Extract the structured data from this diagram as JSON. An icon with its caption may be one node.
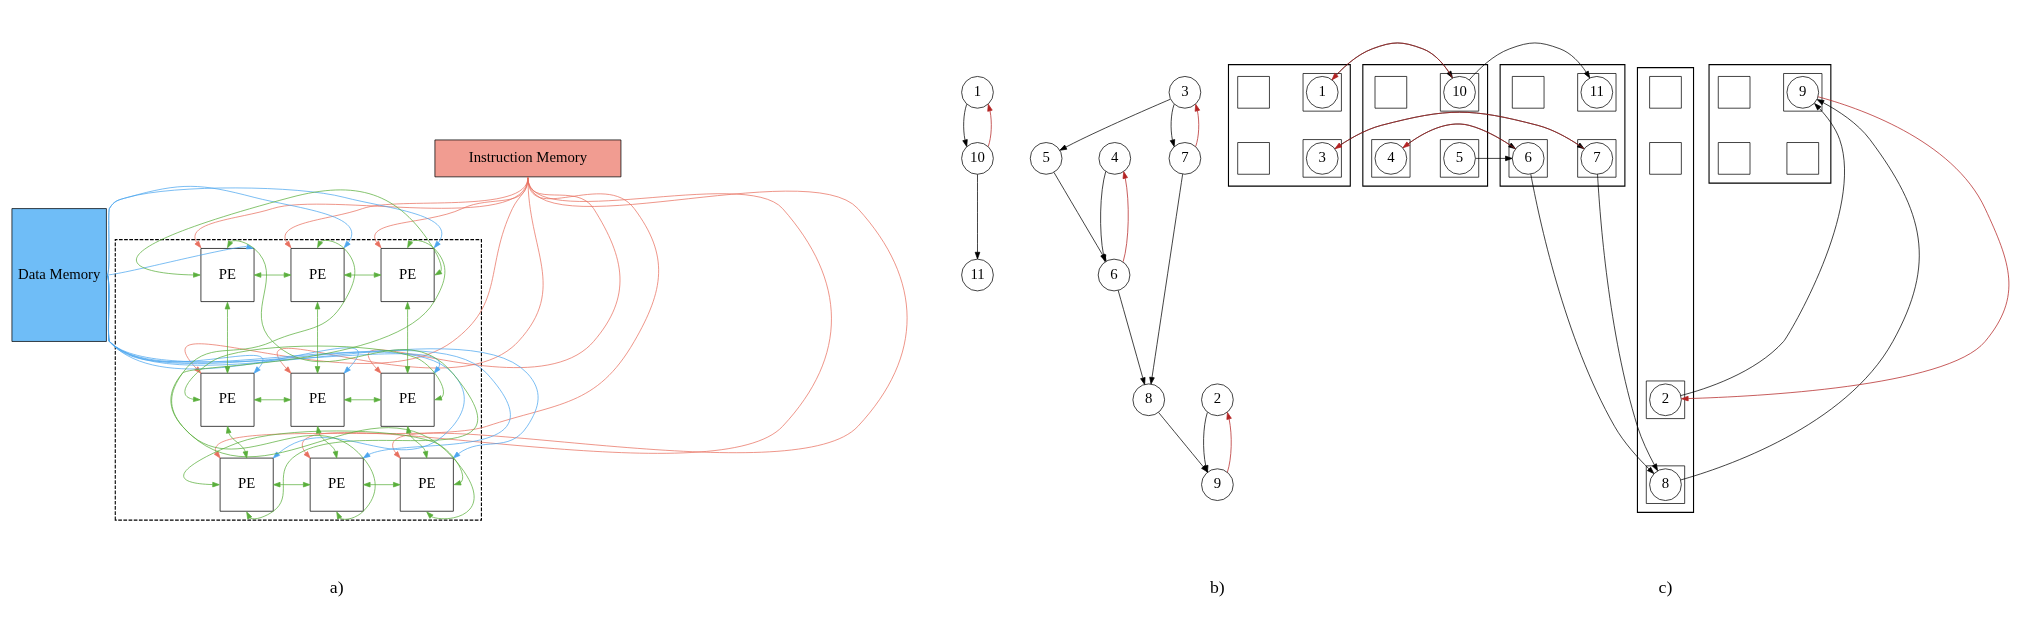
{
  "diagram": {
    "nodes": [
      {
        "text": [
          "Instruction Memory"
        ]
      },
      {
        "text": [
          "Data Memory"
        ]
      },
      {
        "text": [],
        "shape": "box"
      },
      {
        "text": [
          "PE"
        ],
        "in": 2
      },
      {
        "text": [
          "PE"
        ],
        "in": 2
      },
      {
        "text": [
          "PE"
        ],
        "in": 2
      },
      {
        "text": [
          "PE"
        ],
        "in": 2
      },
      {
        "text": [
          "PE"
        ],
        "in": 2
      },
      {
        "text": [
          "PE"
        ],
        "in": 2
      },
      {
        "text": [
          "PE"
        ],
        "in": 2
      },
      {
        "text": [
          "PE"
        ],
        "in": 2
      },
      {
        "text": [
          "PE"
        ],
        "in": 2
      },
      {
        "text": [
          "1"
        ]
      },
      {
        "text": [
          "3"
        ]
      },
      {
        "text": [
          "4"
        ]
      },
      {
        "text": [
          "10"
        ]
      },
      {
        "text": [
          "5"
        ]
      },
      {
        "text": [
          "7"
        ]
      },
      {
        "text": [
          "6"
        ]
      },
      {
        "text": [
          "11"
        ]
      },
      {
        "text": [
          "2"
        ]
      },
      {
        "text": [
          "8"
        ]
      },
      {
        "text": [
          "9"
        ]
      },
      {
        "text": [],
        "shape": "box"
      },
      {
        "text": [],
        "shape": "box",
        "in": 23
      },
      {
        "text": [],
        "shape": "box",
        "in": 23
      },
      {
        "text": [
          "1"
        ],
        "in": 25
      },
      {
        "text": [],
        "shape": "box",
        "in": 23
      },
      {
        "text": [],
        "shape": "box",
        "in": 23
      },
      {
        "text": [
          "3"
        ],
        "in": 28
      },
      {
        "text": [],
        "shape": "box"
      },
      {
        "text": [],
        "shape": "box",
        "in": 30
      },
      {
        "text": [],
        "shape": "box",
        "in": 30
      },
      {
        "text": [
          "10"
        ],
        "in": 32
      },
      {
        "text": [],
        "shape": "box",
        "in": 30
      },
      {
        "text": [
          "4"
        ],
        "in": 34
      },
      {
        "text": [],
        "shape": "box",
        "in": 30
      },
      {
        "text": [
          "5"
        ],
        "in": 36
      },
      {
        "text": [],
        "shape": "box"
      },
      {
        "text": [],
        "shape": "box",
        "in": 38
      },
      {
        "text": [],
        "shape": "box",
        "in": 38
      },
      {
        "text": [
          "11"
        ],
        "in": 40
      },
      {
        "text": [],
        "shape": "box",
        "in": 38
      },
      {
        "text": [
          "6"
        ],
        "in": 42
      },
      {
        "text": [],
        "shape": "box",
        "in": 38
      },
      {
        "text": [
          "7"
        ],
        "in": 44
      },
      {
        "text": [],
        "shape": "box"
      },
      {
        "text": [],
        "shape": "box",
        "in": 46
      },
      {
        "text": [
          "2"
        ],
        "in": 47
      },
      {
        "text": [],
        "shape": "box",
        "in": 46
      },
      {
        "text": [],
        "shape": "box",
        "in": 46
      },
      {
        "text": [
          "8"
        ],
        "in": 50
      },
      {
        "text": [],
        "shape": "box",
        "in": 46
      },
      {
        "text": [],
        "shape": "box"
      },
      {
        "text": [],
        "shape": "box",
        "in": 53
      },
      {
        "text": [
          "9"
        ],
        "in": 54
      },
      {
        "text": [],
        "shape": "box",
        "in": 53
      },
      {
        "text": [],
        "shape": "box",
        "in": 53
      },
      {
        "text": [],
        "shape": "box",
        "in": 53
      }
    ],
    "edges": [
      {
        "from": 3,
        "to": 4,
        "arrow": "both",
        "color": "#5aaf3c"
      },
      {
        "from": 4,
        "to": 5,
        "arrow": "both",
        "color": "#5aaf3c"
      },
      {
        "from": 6,
        "to": 7,
        "arrow": "both",
        "color": "#5aaf3c"
      },
      {
        "from": 7,
        "to": 8,
        "arrow": "both",
        "color": "#5aaf3c"
      },
      {
        "from": 9,
        "to": 10,
        "arrow": "both",
        "color": "#5aaf3c"
      },
      {
        "from": 10,
        "to": 11,
        "arrow": "both",
        "color": "#5aaf3c"
      },
      {
        "from": 3,
        "to": 6,
        "arrow": "both",
        "color": "#5aaf3c"
      },
      {
        "from": 6,
        "to": 9,
        "arrow": "both",
        "color": "#5aaf3c"
      },
      {
        "from": 4,
        "to": 7,
        "arrow": "both",
        "color": "#5aaf3c"
      },
      {
        "from": 7,
        "to": 10,
        "arrow": "both",
        "color": "#5aaf3c"
      },
      {
        "from": 5,
        "to": 8,
        "arrow": "both",
        "color": "#5aaf3c"
      },
      {
        "from": 8,
        "to": 11,
        "arrow": "both",
        "color": "#5aaf3c"
      },
      {
        "from": 3,
        "to": 5,
        "arrow": "both",
        "color": "#5aaf3c"
      },
      {
        "from": 6,
        "to": 8,
        "arrow": "both",
        "color": "#5aaf3c"
      },
      {
        "from": 9,
        "to": 11,
        "arrow": "both",
        "color": "#5aaf3c"
      },
      {
        "from": 3,
        "to": 9,
        "arrow": "both",
        "color": "#5aaf3c"
      },
      {
        "from": 4,
        "to": 10,
        "arrow": "both",
        "color": "#5aaf3c"
      },
      {
        "from": 5,
        "to": 11,
        "arrow": "both",
        "color": "#5aaf3c"
      },
      {
        "from": 0,
        "to": 3,
        "arrow": "to",
        "color": "#e8705f"
      },
      {
        "from": 0,
        "to": 4,
        "arrow": "to",
        "color": "#e8705f"
      },
      {
        "from": 0,
        "to": 5,
        "arrow": "to",
        "color": "#e8705f"
      },
      {
        "from": 0,
        "to": 6,
        "arrow": "to",
        "color": "#e8705f"
      },
      {
        "from": 0,
        "to": 7,
        "arrow": "to",
        "color": "#e8705f"
      },
      {
        "from": 0,
        "to": 8,
        "arrow": "to",
        "color": "#e8705f"
      },
      {
        "from": 0,
        "to": 9,
        "arrow": "to",
        "color": "#e8705f"
      },
      {
        "from": 0,
        "to": 10,
        "arrow": "to",
        "color": "#e8705f"
      },
      {
        "from": 0,
        "to": 11,
        "arrow": "to",
        "color": "#e8705f"
      },
      {
        "from": 1,
        "to": 3,
        "arrow": "to",
        "color": "#4da6ef"
      },
      {
        "from": 1,
        "to": 4,
        "arrow": "to",
        "color": "#4da6ef"
      },
      {
        "from": 1,
        "to": 5,
        "arrow": "to",
        "color": "#4da6ef"
      },
      {
        "from": 1,
        "to": 6,
        "arrow": "to",
        "color": "#4da6ef"
      },
      {
        "from": 1,
        "to": 7,
        "arrow": "to",
        "color": "#4da6ef"
      },
      {
        "from": 1,
        "to": 8,
        "arrow": "to",
        "color": "#4da6ef"
      },
      {
        "from": 1,
        "to": 9,
        "arrow": "to",
        "color": "#4da6ef"
      },
      {
        "from": 1,
        "to": 10,
        "arrow": "to",
        "color": "#4da6ef"
      },
      {
        "from": 1,
        "to": 11,
        "arrow": "to",
        "color": "#4da6ef"
      },
      {
        "from": 12,
        "to": 15,
        "arrow": "to"
      },
      {
        "from": 15,
        "to": 19,
        "arrow": "to"
      },
      {
        "from": 15,
        "to": 12,
        "arrow": "to",
        "color": "#b22222"
      },
      {
        "from": 13,
        "to": 17,
        "arrow": "to"
      },
      {
        "from": 13,
        "to": 16,
        "arrow": "to"
      },
      {
        "from": 17,
        "to": 13,
        "arrow": "to",
        "color": "#b22222"
      },
      {
        "from": 16,
        "to": 18,
        "arrow": "to"
      },
      {
        "from": 14,
        "to": 18,
        "arrow": "to"
      },
      {
        "from": 18,
        "to": 14,
        "arrow": "to",
        "color": "#b22222"
      },
      {
        "from": 17,
        "to": 21,
        "arrow": "to"
      },
      {
        "from": 18,
        "to": 21,
        "arrow": "to"
      },
      {
        "from": 21,
        "to": 22,
        "arrow": "to"
      },
      {
        "from": 20,
        "to": 22,
        "arrow": "to"
      },
      {
        "from": 22,
        "to": 20,
        "arrow": "to",
        "color": "#b22222"
      },
      {
        "from": 26,
        "to": 33,
        "arrow": "to"
      },
      {
        "from": 33,
        "to": 41,
        "arrow": "to"
      },
      {
        "from": 33,
        "to": 26,
        "arrow": "to",
        "color": "#b22222"
      },
      {
        "from": 45,
        "to": 29,
        "arrow": "to",
        "color": "#b22222"
      },
      {
        "from": 43,
        "to": 35,
        "arrow": "to",
        "color": "#b22222"
      },
      {
        "from": 55,
        "to": 48,
        "arrow": "to",
        "color": "#b22222"
      },
      {
        "from": 29,
        "to": 45,
        "arrow": "to"
      },
      {
        "from": 35,
        "to": 43,
        "arrow": "to"
      },
      {
        "from": 37,
        "to": 43,
        "arrow": "to"
      },
      {
        "from": 43,
        "to": 51,
        "arrow": "to"
      },
      {
        "from": 45,
        "to": 51,
        "arrow": "to"
      },
      {
        "from": 48,
        "to": 55,
        "arrow": "to"
      },
      {
        "from": 51,
        "to": 55,
        "arrow": "to"
      }
    ],
    "labels": [
      "a)",
      "b)",
      "c)"
    ]
  }
}
